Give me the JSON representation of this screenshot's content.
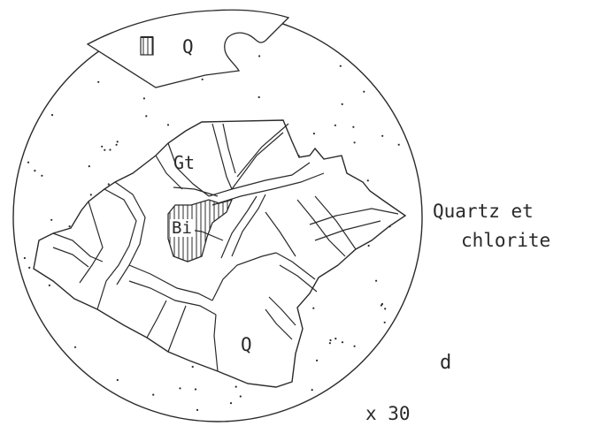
{
  "labels": {
    "quartz_top": "Q",
    "garnet": "Gt",
    "biotite": "Bi",
    "quartz_bottom": "Q",
    "quartz_chlorite_line1": "Quartz et",
    "quartz_chlorite_line2": "chlorite",
    "panel_letter": "d",
    "magnification": "x 30"
  },
  "colors": {
    "ink": "#2a2a2a",
    "background": "#ffffff"
  }
}
